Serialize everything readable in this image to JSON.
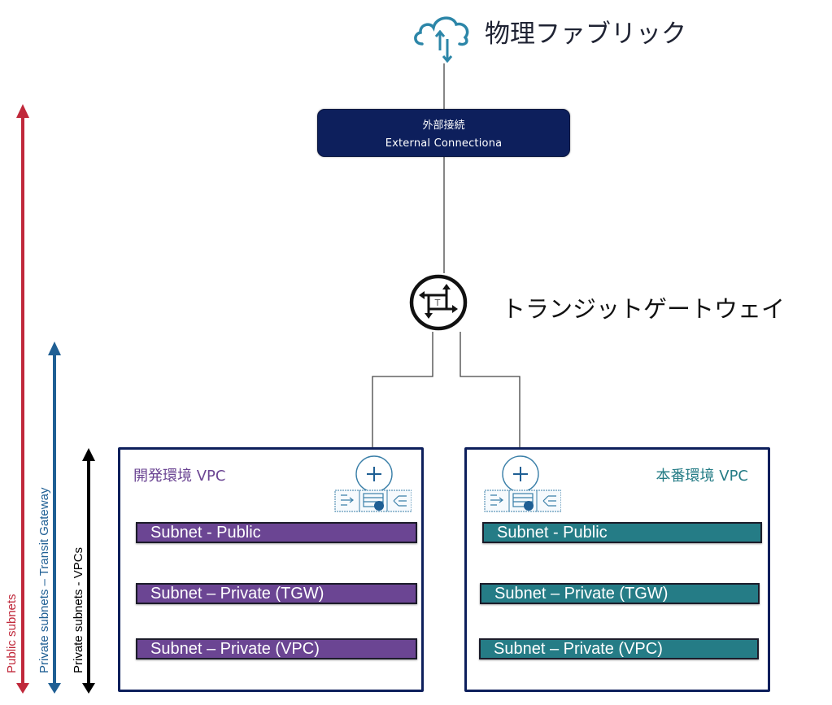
{
  "physical_fabric": {
    "label": "物理ファブリック",
    "icon": "cloud-upload-download-icon"
  },
  "external_connection": {
    "title_jp": "外部接続",
    "title_en": "External Connectiona"
  },
  "transit_gateway": {
    "label": "トランジットゲートウェイ",
    "icon_letter": "T"
  },
  "vpcs": [
    {
      "title": "開発環境 VPC",
      "color": "#6b4593",
      "subnets": [
        "Subnet - Public",
        "Subnet – Private (TGW)",
        "Subnet – Private (VPC)"
      ]
    },
    {
      "title": "本番環境 VPC",
      "color": "#257c86",
      "subnets": [
        "Subnet - Public",
        "Subnet – Private (TGW)",
        "Subnet – Private (VPC)"
      ]
    }
  ],
  "scope_arrows": [
    {
      "label": "Public subnets",
      "color": "#c0283a"
    },
    {
      "label": "Private subnets – Transit Gateway",
      "color": "#1f5f94"
    },
    {
      "label": "Private subnets - VPCs",
      "color": "#000000"
    }
  ],
  "colors": {
    "navy": "#0d1f5c",
    "cloud": "#2c86a8"
  }
}
